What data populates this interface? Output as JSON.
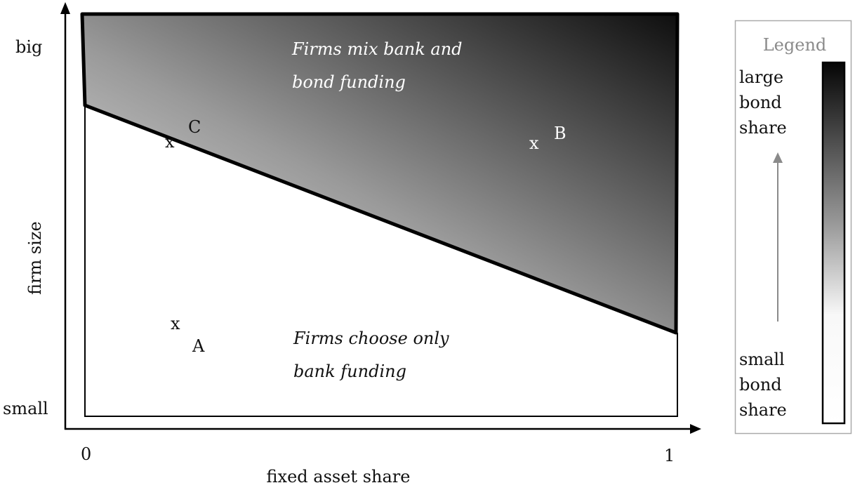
{
  "axes": {
    "y_label": "firm size",
    "y_top": "big",
    "y_bottom": "small",
    "x_label": "fixed asset share",
    "x_min": "0",
    "x_max": "1"
  },
  "regions": {
    "upper_line1": "Firms mix bank and",
    "upper_line2": "bond funding",
    "lower_line1": "Firms choose only",
    "lower_line2": "bank funding"
  },
  "points": [
    {
      "marker": "x",
      "label": "C"
    },
    {
      "marker": "x",
      "label": "B"
    },
    {
      "marker": "x",
      "label": "A"
    }
  ],
  "legend": {
    "title": "Legend",
    "top_lines": [
      "large",
      "bond",
      "share"
    ],
    "bottom_lines": [
      "small",
      "bond",
      "share"
    ]
  },
  "colors": {
    "dark": "#0a0a0a",
    "light": "#ffffff",
    "legend_gray": "#8a8a8a"
  }
}
